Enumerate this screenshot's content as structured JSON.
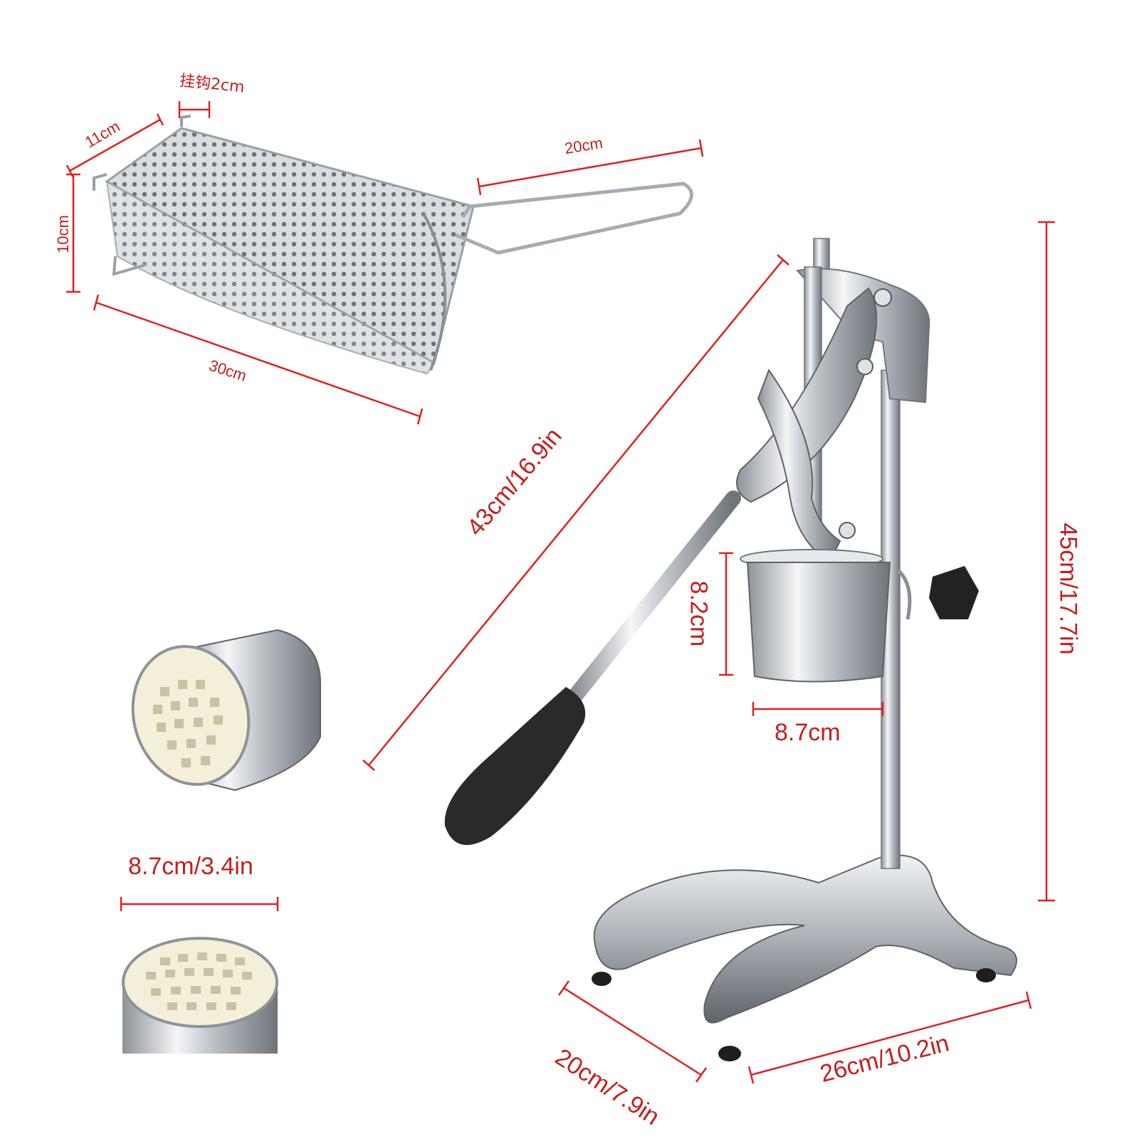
{
  "dimensions": {
    "basket_hook": "挂钩2cm",
    "basket_width": "11cm",
    "basket_height": "10cm",
    "basket_length": "30cm",
    "basket_handle": "20cm",
    "press_lever": "43cm/16.9in",
    "press_height": "45cm/17.7in",
    "cup_height": "8.2cm",
    "cup_width": "8.7cm",
    "blade_diameter": "8.7cm/3.4in",
    "base_depth": "20cm/7.9in",
    "base_width": "26cm/10.2in"
  },
  "colors": {
    "dimension_line": "#e02020",
    "steel": "#c8ccd0",
    "grip": "#2a2a2a",
    "blade_insert": "#f4efd8"
  }
}
